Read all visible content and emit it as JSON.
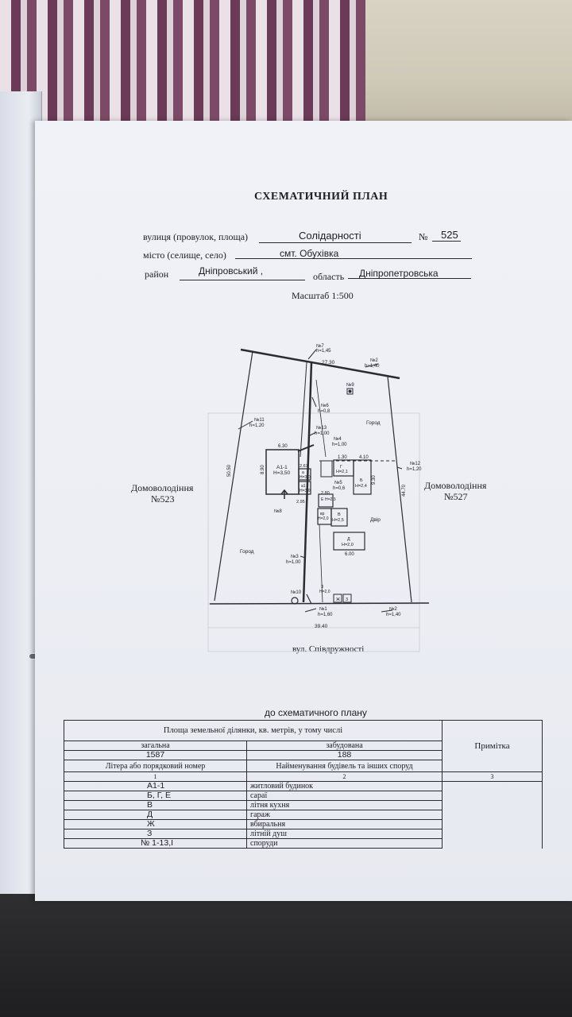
{
  "document": {
    "title": "СХЕМАТИЧНИЙ ПЛАН",
    "fields": {
      "street_label": "вулиця (провулок, площа)",
      "street_value": "Солідарності",
      "number_label": "№",
      "number_value": "525",
      "city_label": "місто (селище, село)",
      "city_value": "смт. Обухівка",
      "district_label": "район",
      "district_value": "Дніпровський ,",
      "region_label": "область",
      "region_value": "Дніпропетровська"
    },
    "scale": "Масштаб 1:500"
  },
  "plan": {
    "neighbor_left": [
      "Домоволодіння",
      "№523"
    ],
    "neighbor_right": [
      "Домоволодіння",
      "№527"
    ],
    "street_bottom": "вул. Співдружності",
    "labels": {
      "n7": "№7",
      "n7h": "h=1,45",
      "n2_top": "№2",
      "n2_top_h": "h=1,40",
      "top_len": "27.30",
      "n9": "№9",
      "n6": "№6",
      "n6h": "h=0,8",
      "n11": "№11",
      "n11h": "h=1,20",
      "n13": "№13",
      "n13h": "h=1,00",
      "n4": "№4",
      "n4h": "h=1,00",
      "gorod_right": "Город",
      "gorod_left": "Город",
      "dvir": "Двір",
      "left_len": "50.50",
      "right_len": "44.70",
      "n12": "№12",
      "n12h": "h=1,20",
      "d630": "6.30",
      "d890": "8.90",
      "a11": "А1-1",
      "a11h": "Н=3,50",
      "d267": "2.67",
      "a": "а",
      "ah": "Н=3.0",
      "a1": "а1",
      "a1h": "Н=3.0",
      "d130": "1.30",
      "d410": "4.10",
      "g": "Г",
      "gh": "Н=2,1",
      "b": "Б",
      "bh": "Н=2,4",
      "n5": "№5",
      "n5h": "h=0,6",
      "d930": "9.30",
      "d295": "2.95",
      "d280": "2.80",
      "e": "Е",
      "eh": "Н=2,3",
      "n8": "№8",
      "v": "В",
      "vh": "Н=2,5",
      "vr": "вр",
      "vrh": "Н=2,0",
      "d": "Д",
      "dh": "Н=2,0",
      "d600": "6.00",
      "n3": "№3",
      "n3h": "h=1,00",
      "n10": "№10",
      "z": "З",
      "zh": "Н=2,0",
      "zh2": "Ж",
      "three": "3",
      "n1": "№1",
      "n1h": "h=1,60",
      "n2_bot": "№2",
      "n2_bot_h": "h=1,40",
      "bottom_len": "39.40"
    }
  },
  "table": {
    "caption": "до схематичного плану",
    "area_header": "Площа земельної ділянки, кв. метрів, у тому числі",
    "note_header": "Примітка",
    "total_label": "загальна",
    "built_label": "забудована",
    "total_value": "1587",
    "built_value": "188",
    "col1_header": "Літера або порядковий номер",
    "col2_header": "Найменування будівель та інших споруд",
    "col_nums": [
      "1",
      "2",
      "3"
    ],
    "rows": [
      {
        "letter": "А1-1",
        "name": "житловий будинок"
      },
      {
        "letter": "Б, Г, Е",
        "name": "сараї"
      },
      {
        "letter": "В",
        "name": "літня кухня"
      },
      {
        "letter": "Д",
        "name": "гараж"
      },
      {
        "letter": "Ж",
        "name": "вбиральня"
      },
      {
        "letter": "З",
        "name": "літній душ"
      },
      {
        "letter": "№ 1-13,І",
        "name": "споруди"
      }
    ]
  },
  "colors": {
    "ink": "#1d1d24",
    "paper": "#eceef4"
  }
}
